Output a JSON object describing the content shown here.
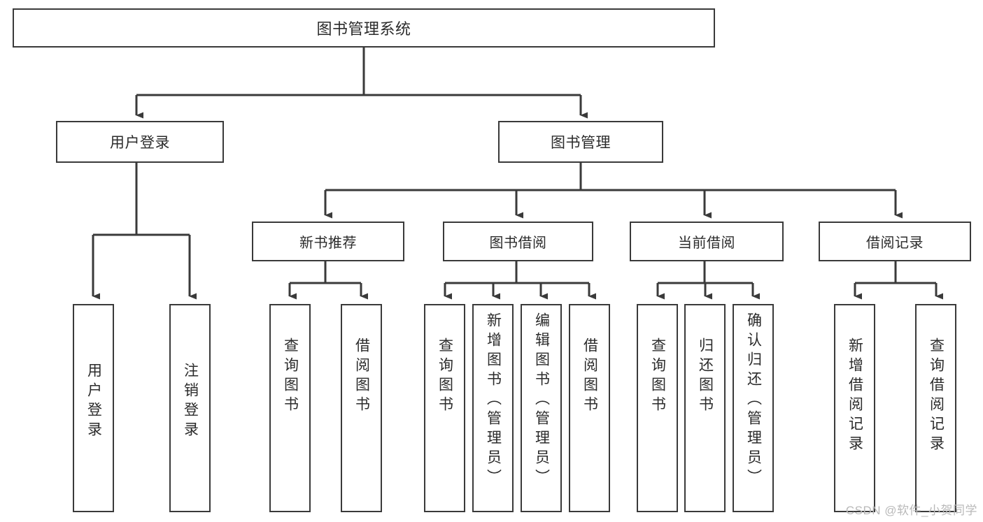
{
  "diagram": {
    "title": "图书管理系统",
    "type": "hierarchy-tree",
    "watermark": "CSDN @软件_小贺同学",
    "colors": {
      "box_border": "#3a3a3a",
      "box_fill": "#ffffff",
      "connector": "#3a3a3a",
      "text": "#2b2b2b",
      "watermark": "#b9b9b9"
    },
    "levels": {
      "root": {
        "label": "图书管理系统"
      },
      "level2": [
        {
          "id": "user-login",
          "label": "用户登录"
        },
        {
          "id": "book-management",
          "label": "图书管理"
        }
      ],
      "level3": [
        {
          "id": "new-book-recommend",
          "label": "新书推荐"
        },
        {
          "id": "book-borrow",
          "label": "图书借阅"
        },
        {
          "id": "current-borrow",
          "label": "当前借阅"
        },
        {
          "id": "borrow-record",
          "label": "借阅记录"
        }
      ],
      "leaves": {
        "user_login": [
          {
            "id": "leaf-user-login",
            "label": "用户登录"
          },
          {
            "id": "leaf-logout-login",
            "label": "注销登录"
          }
        ],
        "new_book_recommend": [
          {
            "id": "leaf-query-book-1",
            "label": "查询图书"
          },
          {
            "id": "leaf-borrow-book-1",
            "label": "借阅图书"
          }
        ],
        "book_borrow": [
          {
            "id": "leaf-query-book-2",
            "label": "查询图书"
          },
          {
            "id": "leaf-add-book",
            "label": "新增图书（管理员）"
          },
          {
            "id": "leaf-edit-book",
            "label": "编辑图书（管理员）"
          },
          {
            "id": "leaf-borrow-book-2",
            "label": "借阅图书"
          }
        ],
        "current_borrow": [
          {
            "id": "leaf-query-book-3",
            "label": "查询图书"
          },
          {
            "id": "leaf-return-book",
            "label": "归还图书"
          },
          {
            "id": "leaf-confirm-return",
            "label": "确认归还（管理员）"
          }
        ],
        "borrow_record": [
          {
            "id": "leaf-add-record",
            "label": "新增借阅记录"
          },
          {
            "id": "leaf-query-record",
            "label": "查询借阅记录"
          }
        ]
      }
    }
  }
}
